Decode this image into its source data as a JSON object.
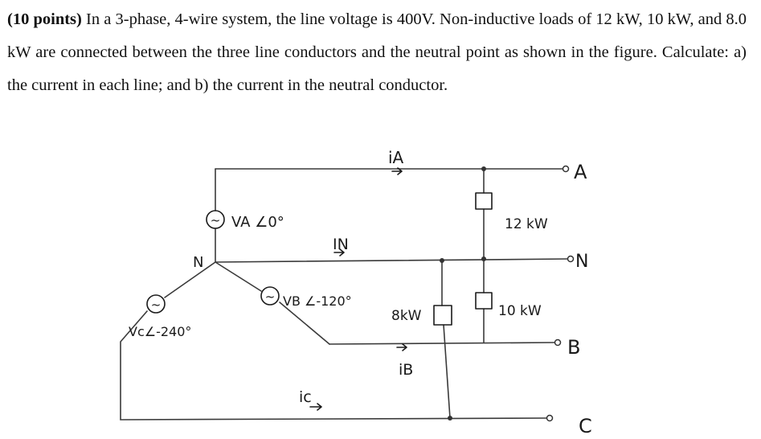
{
  "problem": {
    "points_label": "(10 points)",
    "text": " In a 3-phase, 4-wire system, the line voltage is 400V. Non-inductive loads of 12 kW, 10 kW, and 8.0 kW are connected between the three line conductors and the neutral point as shown in the figure. Calculate: a) the current in each line; and b) the current in the neutral conductor."
  },
  "figure": {
    "labels": {
      "current_a": "iA",
      "current_n": "IN",
      "current_b": "iB",
      "current_c": "ic",
      "terminal_a": "A",
      "terminal_n": "N",
      "terminal_b": "B",
      "terminal_c": "C",
      "neutral_point": "N",
      "source_a": "VA ∠0°",
      "source_b": "VB ∠-120°",
      "source_c": "Vc∠-240°",
      "load_12": "12 kW",
      "load_10": "10 kW",
      "load_8": "8kW"
    },
    "source_symbol": "~"
  }
}
